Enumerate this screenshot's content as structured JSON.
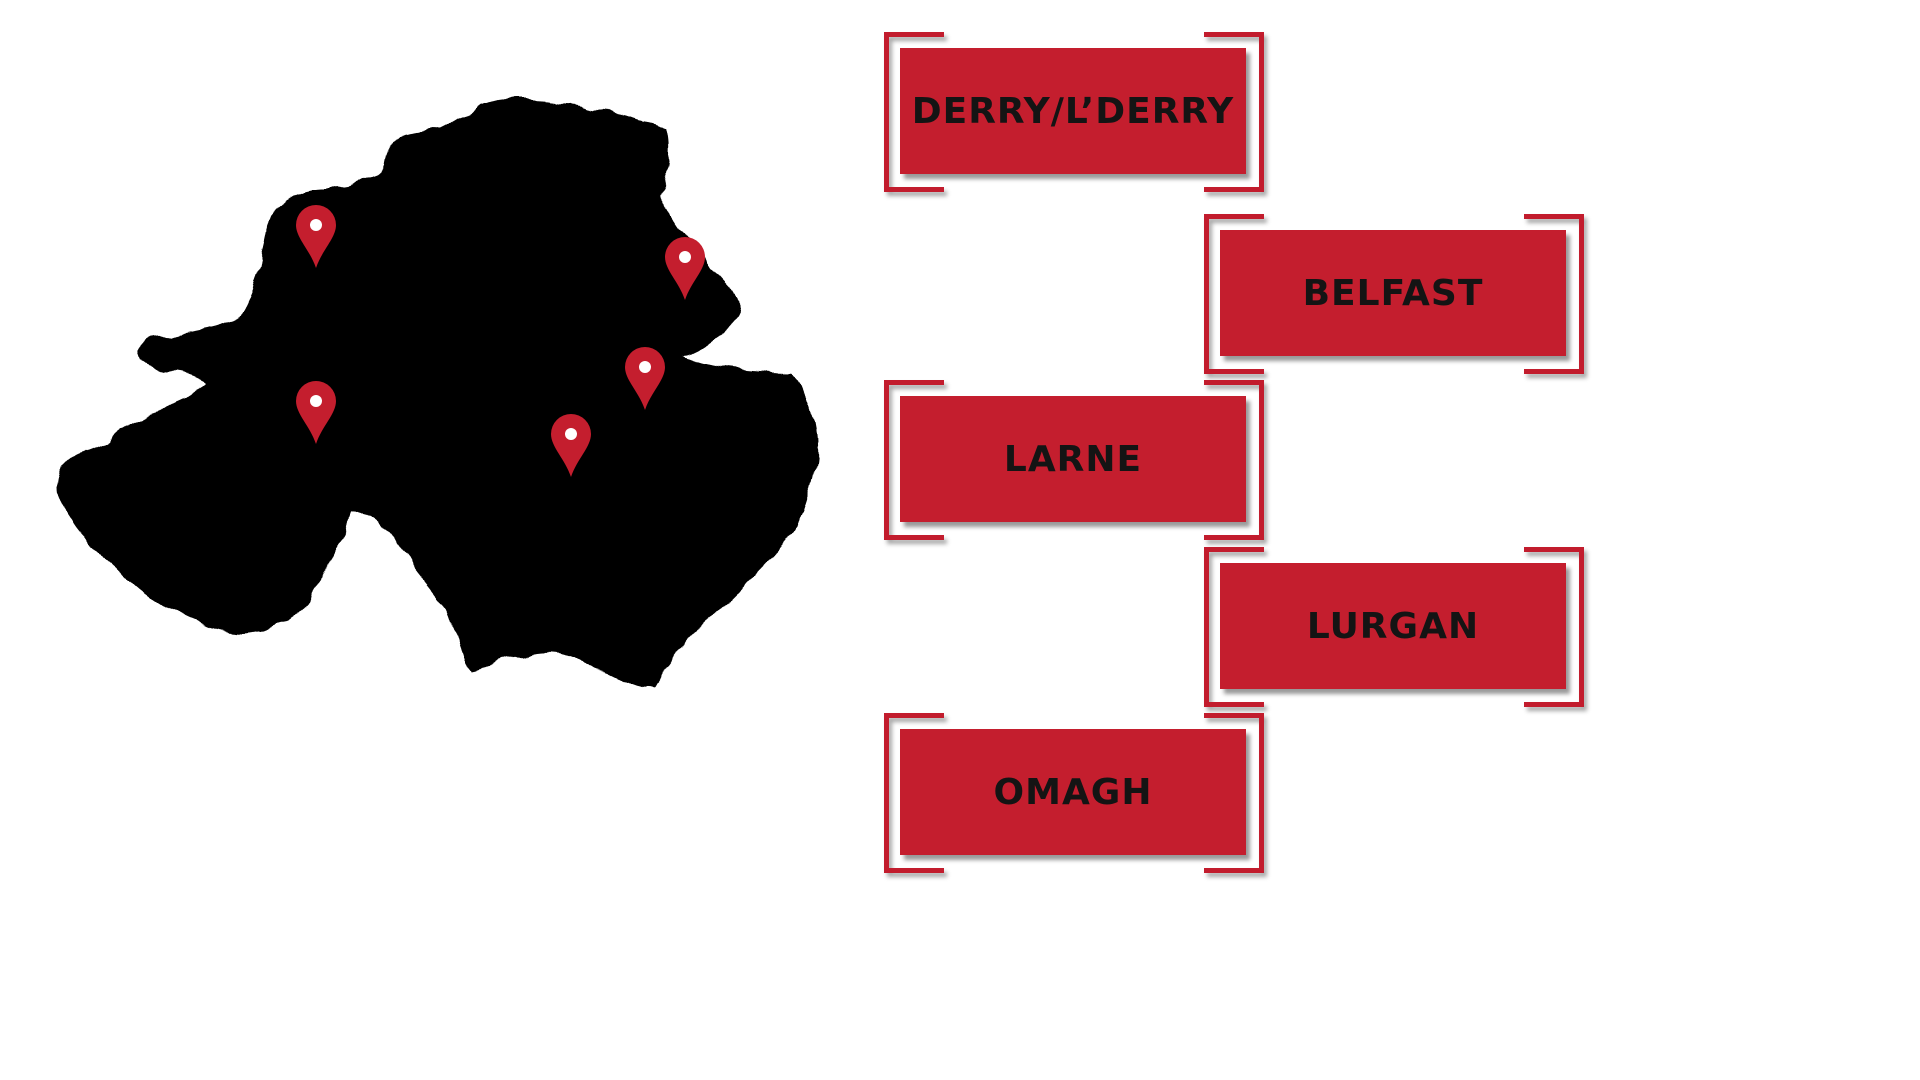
{
  "colors": {
    "landmass": "#000000",
    "accent": "#c41e2e",
    "label_text": "#141414",
    "background": "#ffffff",
    "pin_dot": "#ffffff"
  },
  "map": {
    "region_icon": "northern-ireland-silhouette",
    "pin_icon": "map-marker-icon",
    "pin_count": 5
  },
  "labels": [
    {
      "id": "derry",
      "text": "DERRY/L’DERRY"
    },
    {
      "id": "belfast",
      "text": "BELFAST"
    },
    {
      "id": "larne",
      "text": "LARNE"
    },
    {
      "id": "lurgan",
      "text": "LURGAN"
    },
    {
      "id": "omagh",
      "text": "OMAGH"
    }
  ]
}
